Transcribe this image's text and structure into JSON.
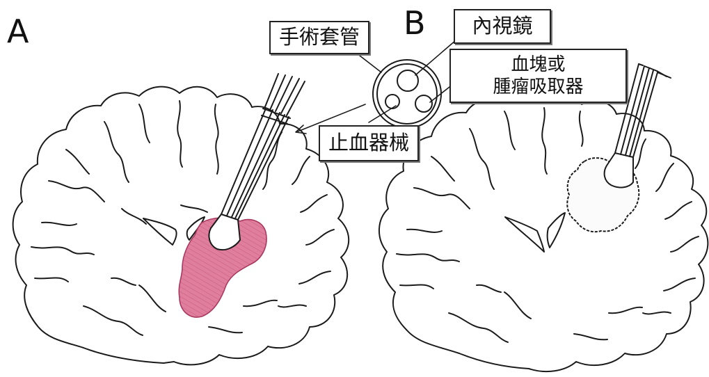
{
  "panels": {
    "a": {
      "letter": "A"
    },
    "b": {
      "letter": "B"
    }
  },
  "labels": {
    "surgical_sheath": "手術套管",
    "endoscope": "內視鏡",
    "aspirator_line1": "血塊或",
    "aspirator_line2": "腫瘤吸取器",
    "hemostatic_instrument": "止血器械"
  },
  "colors": {
    "outline": "#1a1a1a",
    "hemorrhage_fill": "#e07e9e",
    "hemorrhage_stroke": "#a8385e"
  }
}
